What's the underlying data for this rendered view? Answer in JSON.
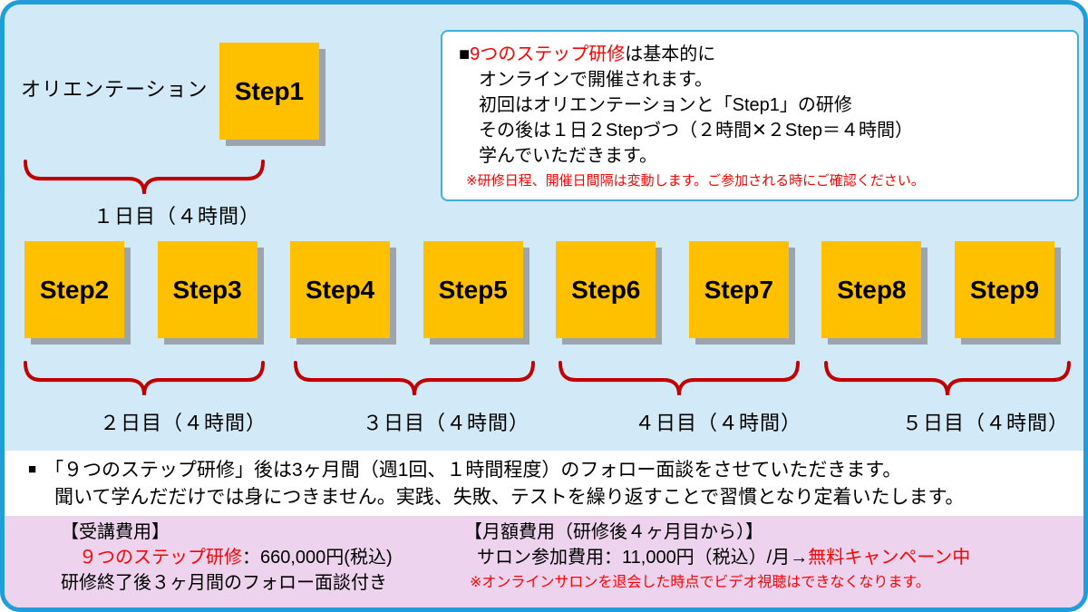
{
  "diagram": {
    "orientation_label": "オリエンテーション",
    "step1": "Step1",
    "info_box": {
      "line1_bullet": "■",
      "line1_red": "9つのステップ研修",
      "line1_rest": "は基本的に",
      "line2": "オンラインで開催されます。",
      "line3": "初回はオリエンテーションと「Step1」の研修",
      "line4": "その後は１日２Stepづつ（２時間✕２Step＝４時間）",
      "line5": "学んでいただきます。",
      "note": "※研修日程、開催日間隔は変動します。ご参加される時にご確認ください。"
    },
    "day1_label": "１日目（４時間）",
    "steps": [
      "Step2",
      "Step3",
      "Step4",
      "Step5",
      "Step6",
      "Step7",
      "Step8",
      "Step9"
    ],
    "day_labels": [
      "２日目（４時間）",
      "３日目（４時間）",
      "４日目（４時間）",
      "５日目（４時間）"
    ]
  },
  "follow_up": {
    "bullet": "■",
    "line1": "「９つのステップ研修」後は3ヶ月間（週1回、１時間程度）のフォロー面談をさせていただきます。",
    "line2": "聞いて学んだだけでは身につきません。実践、失敗、テストを繰り返すことで習慣となり定着いたします。"
  },
  "pricing": {
    "course": {
      "title": "【受講費用】",
      "name_red": "９つのステップ研修",
      "price": "：660,000円(税込)",
      "note": "研修終了後３ヶ月間のフォロー面談付き"
    },
    "monthly": {
      "title": "【月額費用（研修後４ヶ月目から）】",
      "fee": "サロン参加費用：11,000円（税込）/月→",
      "campaign_red": "無料キャンペーン中",
      "note": "※オンラインサロンを退会した時点でビデオ視聴はできなくなります。"
    }
  },
  "colors": {
    "border_blue": "#1f9ed9",
    "background_light_blue": "#d2e9f7",
    "step_orange": "#ffc000",
    "bracket_red": "#c00000",
    "highlight_red": "#ff0000",
    "pricing_pink": "#edd3ed"
  }
}
